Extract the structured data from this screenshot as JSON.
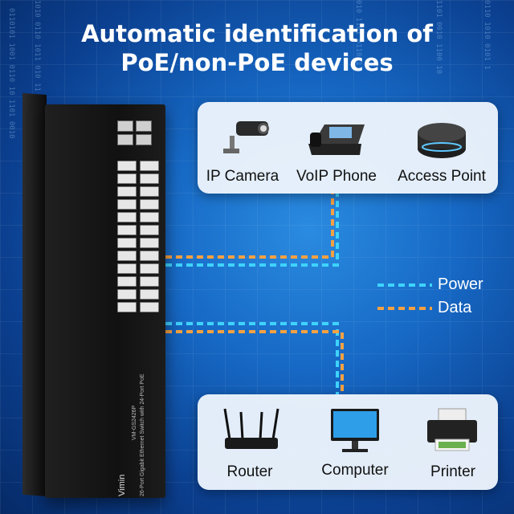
{
  "title": {
    "line1": "Automatic identification of",
    "line2": "PoE/non-PoE devices"
  },
  "switch": {
    "brand": "Vimin",
    "model": "VM-GS2426P",
    "description": "26-Port Gigabit Ethernet Switch with 24-Port PoE"
  },
  "devices_top": [
    {
      "label": "IP Camera",
      "icon": "ip-camera-icon"
    },
    {
      "label": "VoIP Phone",
      "icon": "voip-phone-icon"
    },
    {
      "label": "Access Point",
      "icon": "access-point-icon"
    }
  ],
  "devices_bottom": [
    {
      "label": "Router",
      "icon": "router-icon"
    },
    {
      "label": "Computer",
      "icon": "computer-icon"
    },
    {
      "label": "Printer",
      "icon": "printer-icon"
    }
  ],
  "legend": {
    "power": {
      "label": "Power",
      "color": "#3fd3ff"
    },
    "data": {
      "label": "Data",
      "color": "#f5a142"
    }
  },
  "colors": {
    "background": "#1668c4",
    "panel": "#ecf4fc",
    "title": "#ffffff"
  }
}
